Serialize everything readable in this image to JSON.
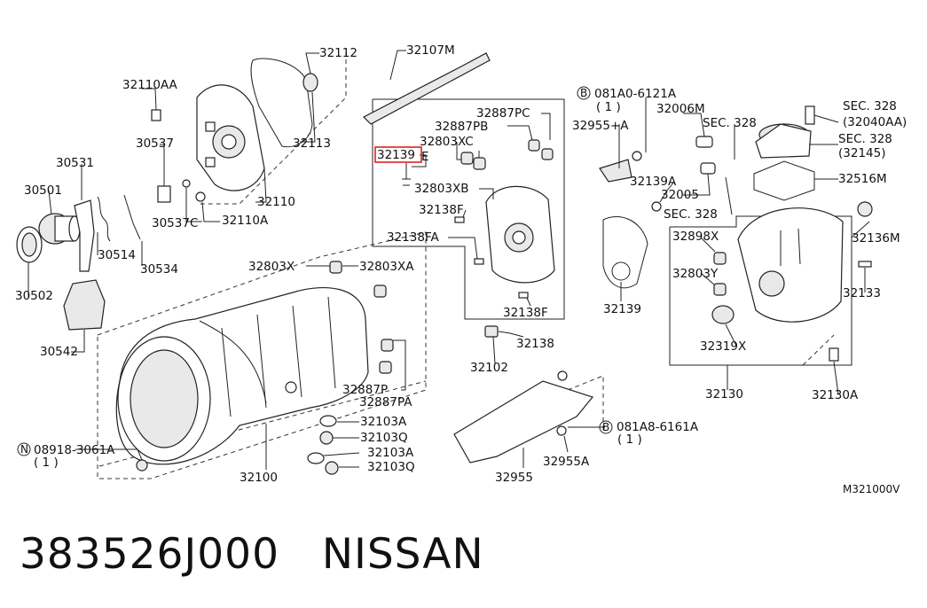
{
  "labels": {
    "l32112": "32112",
    "l32107M": "32107M",
    "l32110AA": "32110AA",
    "l32113": "32113",
    "l30537": "30537",
    "l30531": "30531",
    "l30501": "30501",
    "l32110": "32110",
    "l30537C": "30537C",
    "l32110A": "32110A",
    "l30514": "30514",
    "l30534": "30534",
    "l30502": "30502",
    "l30542": "30542",
    "l32887PC": "32887PC",
    "l32887PB": "32887PB",
    "l32803XC": "32803XC",
    "l32139": "32139",
    "l32139E": "E",
    "l32803XB": "32803XB",
    "l32138F_a": "32138F",
    "l32138FA": "32138FA",
    "l32803X": "32803X",
    "l32803XA": "32803XA",
    "l32138F_b": "32138F",
    "l32138": "32138",
    "l32102": "32102",
    "l32887P": "32887P",
    "l32887PA": "32887PA",
    "l32103A_a": "32103A",
    "l32103Q_a": "32103Q",
    "l32103A_b": "32103A",
    "l32103Q_b": "32103Q",
    "l32100": "32100",
    "l08918": "08918-3061A",
    "l08918_qty": "( 1 )",
    "l_N": "N",
    "l32955": "32955",
    "l32955A": "32955A",
    "l081A8": "081A8-6161A",
    "l081A8_qty": "( 1 )",
    "l081A0": "081A0-6121A",
    "l081A0_qty": "( 1 )",
    "l_B1": "B",
    "l_B2": "B",
    "l32955PA": "32955+A",
    "l32006M": "32006M",
    "lSEC328_a": "SEC. 328",
    "lSEC328_b": "SEC. 328",
    "l32040AA": "(32040AA)",
    "lSEC328_c": "SEC. 328",
    "l32145": "(32145)",
    "l32139A": "32139A",
    "l32005": "32005",
    "lSEC328_d": "SEC. 328",
    "l32516M": "32516M",
    "l32139_r": "32139",
    "l32898X": "32898X",
    "l32803Y": "32803Y",
    "l32136M": "32136M",
    "l32133": "32133",
    "l32319X": "32319X",
    "l32130": "32130",
    "l32130A": "32130A",
    "lM321000V": "M321000V"
  },
  "footer": {
    "part_number": "383526J000",
    "brand": "NISSAN"
  },
  "colors": {
    "highlight": "#e02020",
    "line": "#222222"
  }
}
